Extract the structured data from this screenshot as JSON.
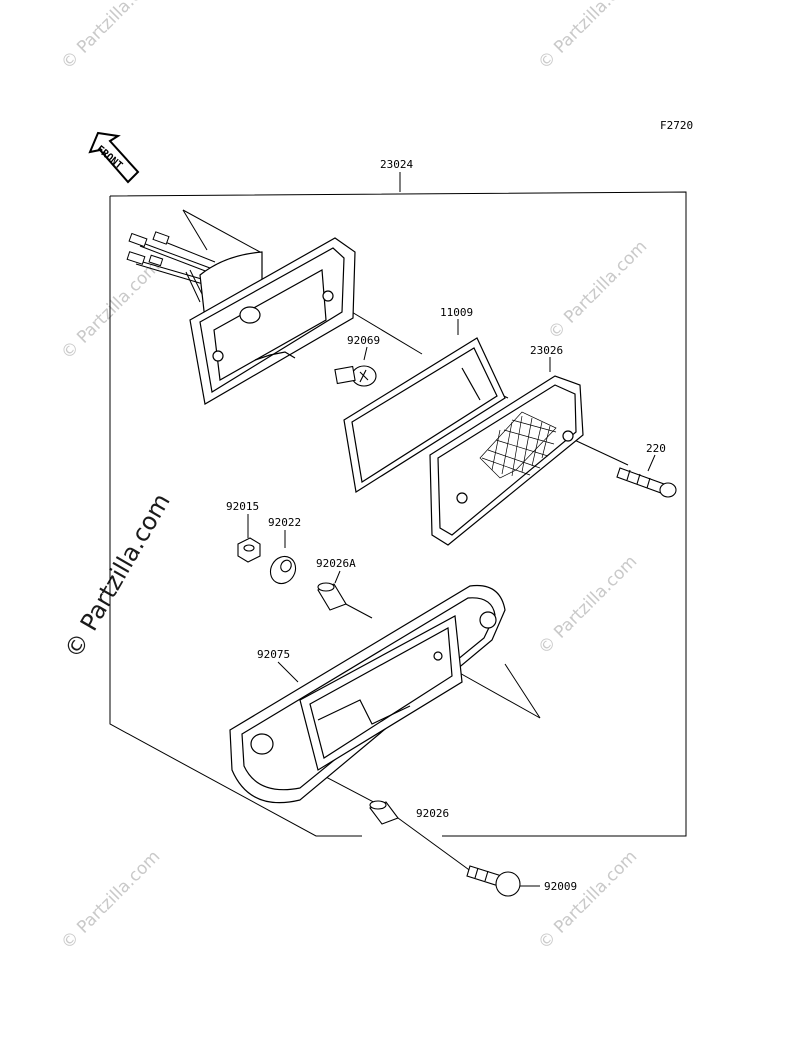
{
  "figure_code": "F2720",
  "front_label": "FRONT",
  "watermark_text": "© Partzilla.com",
  "colors": {
    "ink": "#000000",
    "watermark": "#c9c9c9",
    "background": "#ffffff"
  },
  "parts": {
    "assembly": "23024",
    "gasket": "11009",
    "bulb": "92069",
    "lens": "23026",
    "lens_screw": "220",
    "nut": "92015",
    "washer": "92022",
    "collar_a": "92026A",
    "housing": "92075",
    "collar": "92026",
    "bolt": "92009"
  }
}
